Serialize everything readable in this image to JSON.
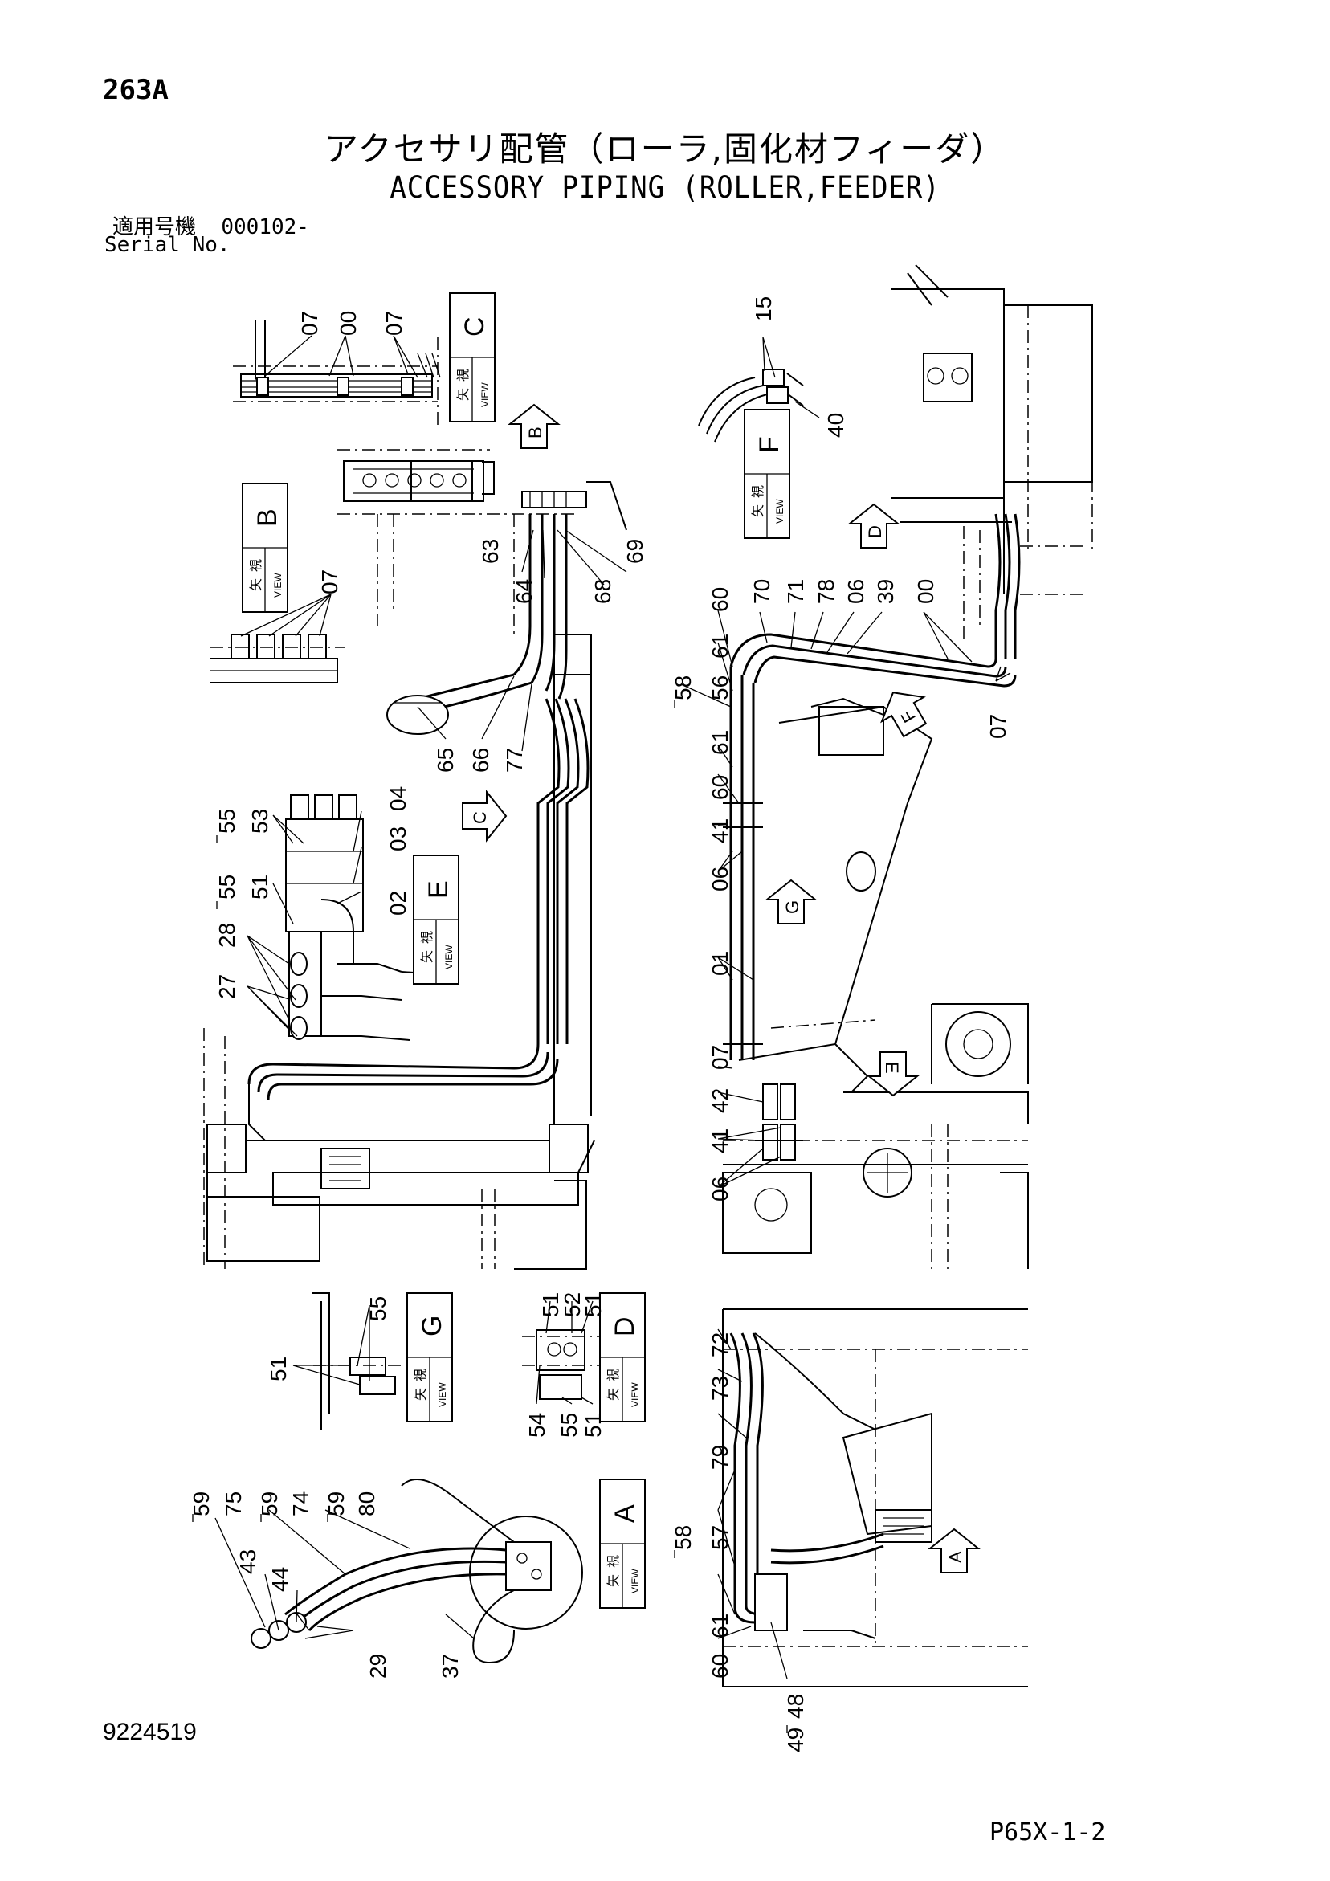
{
  "header": {
    "page_number": "263A",
    "title_ja": "アクセサリ配管（ローラ,固化材フィーダ）",
    "title_en": "ACCESSORY PIPING (ROLLER,FEEDER)",
    "serial_label_ja": "適用号機",
    "serial_value": "000102-",
    "serial_label_en": "Serial No."
  },
  "views": [
    {
      "letter": "C",
      "ja_a": "矢",
      "ja_b": "視",
      "en": "VIEW"
    },
    {
      "letter": "B",
      "ja_a": "矢",
      "ja_b": "視",
      "en": "VIEW"
    },
    {
      "letter": "F",
      "ja_a": "矢",
      "ja_b": "視",
      "en": "VIEW"
    },
    {
      "letter": "E",
      "ja_a": "矢",
      "ja_b": "視",
      "en": "VIEW"
    },
    {
      "letter": "G",
      "ja_a": "矢",
      "ja_b": "視",
      "en": "VIEW"
    },
    {
      "letter": "D",
      "ja_a": "矢",
      "ja_b": "視",
      "en": "VIEW"
    },
    {
      "letter": "A",
      "ja_a": "矢",
      "ja_b": "視",
      "en": "VIEW"
    }
  ],
  "view_arrows": [
    "B",
    "D",
    "F",
    "C",
    "G",
    "E",
    "A"
  ],
  "callouts": [
    "07",
    "00",
    "07",
    "15",
    "40",
    "07",
    "63",
    "64",
    "69",
    "68",
    "65",
    "66",
    "77",
    "70",
    "71",
    "78",
    "06",
    "39",
    "00",
    "07",
    "60",
    "61",
    "58",
    "56",
    "61",
    "60",
    "41",
    "06",
    "01",
    "55",
    "53",
    "04",
    "03",
    "55",
    "51",
    "02",
    "28",
    "27",
    "07",
    "42",
    "41",
    "06",
    "55",
    "51",
    "51",
    "52",
    "51",
    "54",
    "55",
    "51",
    "59",
    "75",
    "59",
    "74",
    "59",
    "80",
    "43",
    "44",
    "29",
    "37",
    "72",
    "73",
    "79",
    "58",
    "57",
    "61",
    "60",
    "48",
    "49"
  ],
  "footer": {
    "drawing_number": "9224519",
    "page_code": "P65X-1-2"
  }
}
